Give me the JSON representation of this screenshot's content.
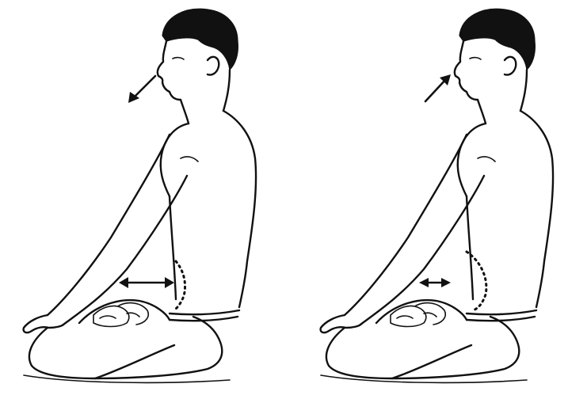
{
  "panels": [
    {
      "phase": "exhale",
      "breath_arrow_direction": "out-from-nose",
      "abdomen_arrow": "wide"
    },
    {
      "phase": "inhale",
      "breath_arrow_direction": "into-nose",
      "abdomen_arrow": "narrow"
    }
  ],
  "colors": {
    "ink": "#111111",
    "paper": "#ffffff"
  }
}
